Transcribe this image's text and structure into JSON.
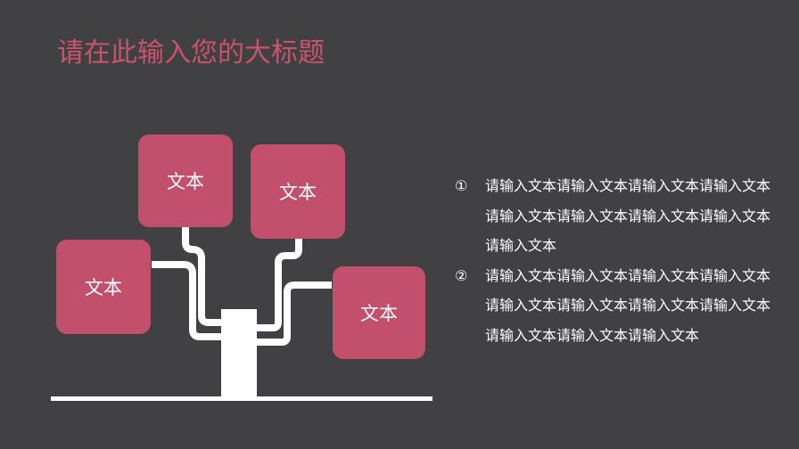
{
  "title": "请在此输入您的大标题",
  "boxes": [
    {
      "label": "文本"
    },
    {
      "label": "文本"
    },
    {
      "label": "文本"
    },
    {
      "label": "文本"
    }
  ],
  "list": [
    {
      "marker": "①",
      "text": "请输入文本请输入文本请输入文本请输入文本请输入文本请输入文本请输入文本请输入文本请输入文本"
    },
    {
      "marker": "②",
      "text": "请输入文本请输入文本请输入文本请输入文本请输入文本请输入文本请输入文本请输入文本请输入文本请输入文本请输入文本"
    }
  ],
  "colors": {
    "background": "#414042",
    "accent": "#c24f6b",
    "title": "#c9536f",
    "line": "#ffffff"
  }
}
